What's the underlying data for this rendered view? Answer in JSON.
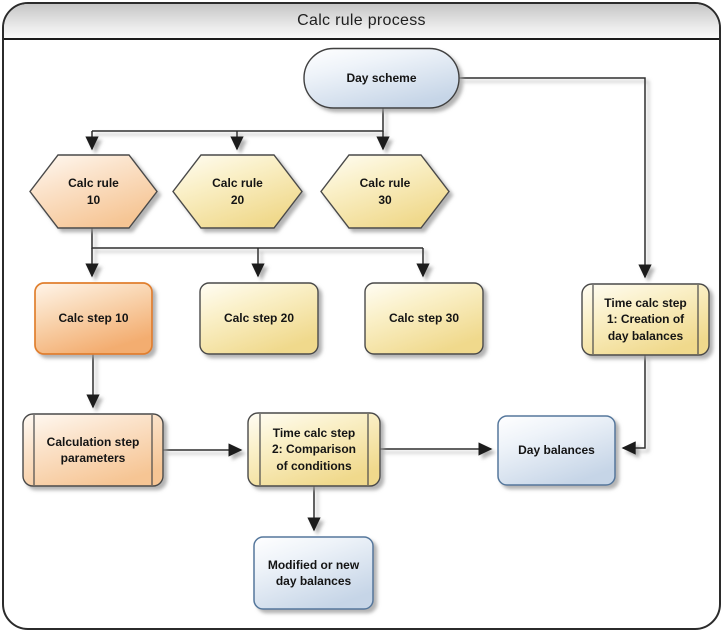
{
  "diagram": {
    "title": "Calc rule process",
    "nodes": {
      "day_scheme": "Day scheme",
      "calc_rule_10": "Calc rule\n10",
      "calc_rule_20": "Calc rule\n20",
      "calc_rule_30": "Calc rule\n30",
      "calc_step_10": "Calc step 10",
      "calc_step_20": "Calc step 20",
      "calc_step_30": "Calc step 30",
      "time_calc_step_1": "Time calc step\n1: Creation of\nday balances",
      "calc_step_params": "Calculation step\nparameters",
      "time_calc_step_2": "Time calc step\n2: Comparison\nof conditions",
      "day_balances": "Day balances",
      "modified_day_balances": "Modified or new\nday balances"
    },
    "edges": [
      {
        "from": "day_scheme",
        "to": "calc_rule_10"
      },
      {
        "from": "day_scheme",
        "to": "calc_rule_20"
      },
      {
        "from": "day_scheme",
        "to": "calc_rule_30"
      },
      {
        "from": "day_scheme",
        "to": "time_calc_step_1"
      },
      {
        "from": "calc_rule_10",
        "to": "calc_step_10"
      },
      {
        "from": "calc_rule_10",
        "to": "calc_step_20"
      },
      {
        "from": "calc_rule_10",
        "to": "calc_step_30"
      },
      {
        "from": "calc_step_10",
        "to": "calc_step_params"
      },
      {
        "from": "calc_step_params",
        "to": "time_calc_step_2"
      },
      {
        "from": "time_calc_step_2",
        "to": "day_balances"
      },
      {
        "from": "time_calc_step_2",
        "to": "modified_day_balances"
      },
      {
        "from": "time_calc_step_1",
        "to": "day_balances"
      }
    ],
    "colors": {
      "frame_border": "#2b2b2b",
      "titlebar_top": "#c6c6c6",
      "titlebar_bottom": "#fafafa",
      "line": "#2e2e2e",
      "gray_border": "#4a4a4a",
      "orange_border": "#e07f2e",
      "blue_border": "#54779c",
      "orange_fill": "#f6c594",
      "orange_step_fill": "#f3ad70",
      "yellow_fill": "#f0d98c",
      "blue_fill": "#c6d5e7"
    }
  }
}
